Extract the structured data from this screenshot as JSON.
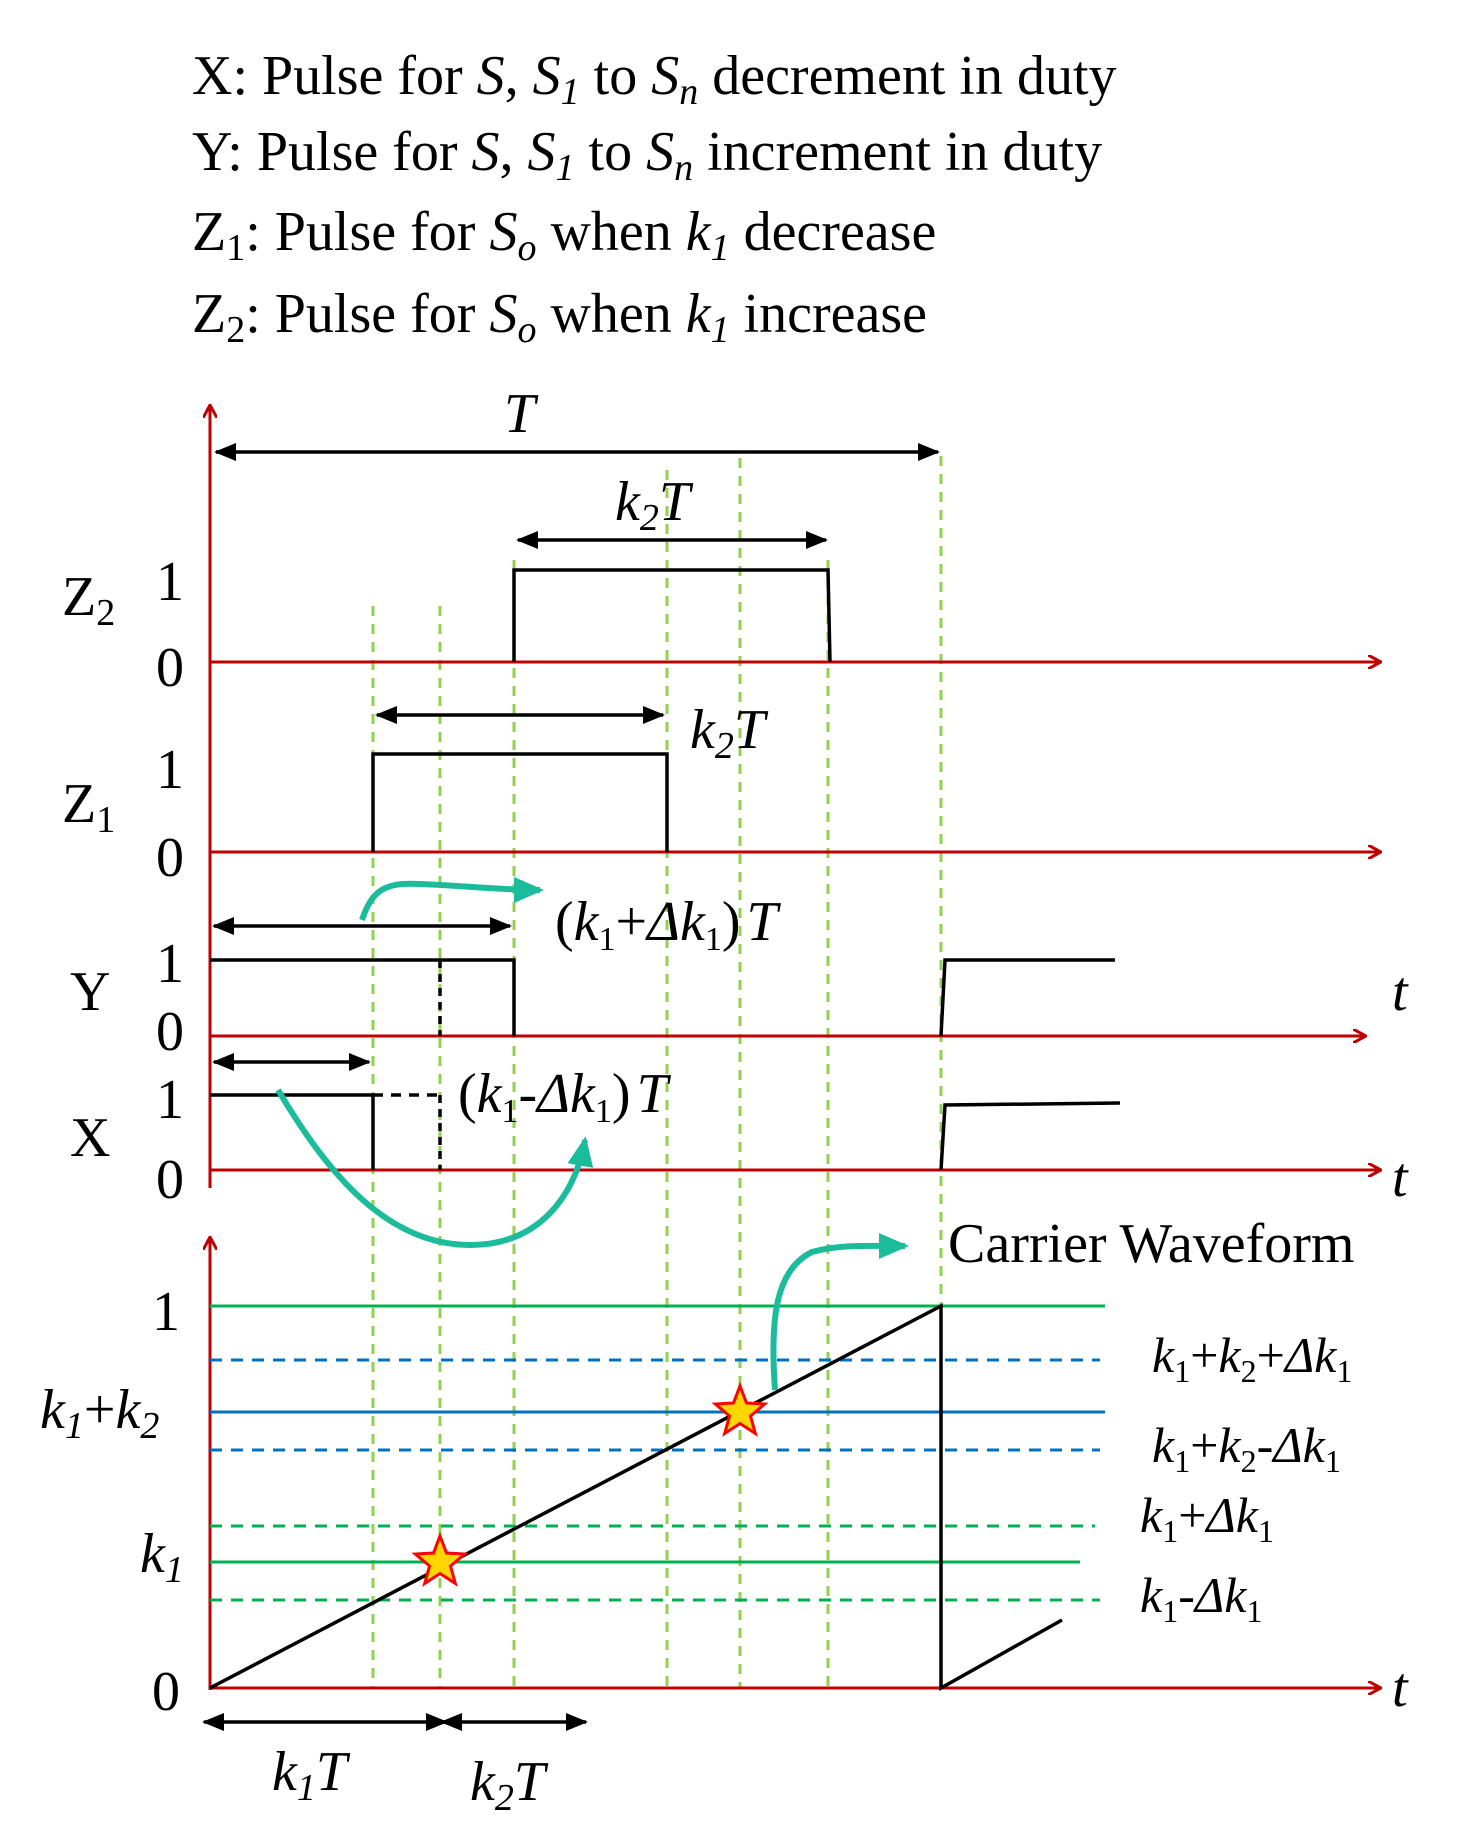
{
  "legend": {
    "x": {
      "lead": "X: Pulse for ",
      "s": "S",
      "comma": ", ",
      "s1": "S",
      "s1sub": "1",
      "to": " to ",
      "sn": "S",
      "snsub": "n",
      "tail": " decrement in duty"
    },
    "y": {
      "lead": "Y: Pulse for ",
      "s": "S",
      "comma": ", ",
      "s1": "S",
      "s1sub": "1",
      "to": " to ",
      "sn": "S",
      "snsub": "n",
      "tail": " increment in duty"
    },
    "z1": {
      "lead": "Z",
      "leadsub": "1",
      "mid": ": Pulse for ",
      "so": "S",
      "sosub": "o",
      "when": " when ",
      "k": "k",
      "ksub": "1",
      "tail": " decrease"
    },
    "z2": {
      "lead": "Z",
      "leadsub": "2",
      "mid": ": Pulse for ",
      "so": "S",
      "sosub": "o",
      "when": " when ",
      "k": "k",
      "ksub": "1",
      "tail": " increase"
    }
  },
  "signals": {
    "z2": {
      "name": "Z",
      "sub": "2",
      "one": "1",
      "zero": "0"
    },
    "z1": {
      "name": "Z",
      "sub": "1",
      "one": "1",
      "zero": "0"
    },
    "y": {
      "name": "Y",
      "one": "1",
      "zero": "0"
    },
    "x": {
      "name": "X",
      "one": "1",
      "zero": "0"
    }
  },
  "dims": {
    "T": "T",
    "k2T_top": {
      "k": "k",
      "sub": "2",
      "T": "T"
    },
    "k2T_mid": {
      "k": "k",
      "sub": "2",
      "T": "T"
    },
    "k1_plus": {
      "open": "(",
      "k": "k",
      "sub": "1",
      "op": "+",
      "d": "Δ",
      "k2": "k",
      "sub2": "1",
      "close": ")",
      "T": "T"
    },
    "k1_minus": {
      "open": "(",
      "k": "k",
      "sub": "1",
      "op": "-",
      "d": "Δ",
      "k2": "k",
      "sub2": "1",
      "close": ")",
      "T": "T"
    },
    "k1T": {
      "k": "k",
      "sub": "1",
      "T": "T"
    },
    "k2T_bottom": {
      "k": "k",
      "sub": "2",
      "T": "T"
    }
  },
  "carrier": {
    "label": "Carrier Waveform",
    "y_one": "1",
    "y_zero": "0",
    "y_k1k2": {
      "k": "k",
      "sub": "1",
      "plus": "+",
      "k2": "k",
      "sub2": "2"
    },
    "y_k1": {
      "k": "k",
      "sub": "1"
    },
    "r1": {
      "k": "k",
      "s1": "1",
      "p1": "+",
      "k2": "k",
      "s2": "2",
      "p2": "+",
      "d": "Δ",
      "k3": "k",
      "s3": "1"
    },
    "r2": {
      "k": "k",
      "s1": "1",
      "p1": "+",
      "k2": "k",
      "s2": "2",
      "p2": "-",
      "d": "Δ",
      "k3": "k",
      "s3": "1"
    },
    "r3": {
      "k": "k",
      "s1": "1",
      "p1": "+",
      "d": "Δ",
      "k2": "k",
      "s2": "1"
    },
    "r4": {
      "k": "k",
      "s1": "1",
      "p1": "-",
      "d": "Δ",
      "k2": "k",
      "s2": "1"
    }
  },
  "axis_t": "t",
  "colors": {
    "axis": "#c00000",
    "signal": "#000000",
    "grid": "#92d050",
    "level_green": "#00b050",
    "level_blue": "#0070c0",
    "arrow_teal": "#1abc9c",
    "star_fill": "#ffd700",
    "star_stroke": "#ff0000"
  }
}
